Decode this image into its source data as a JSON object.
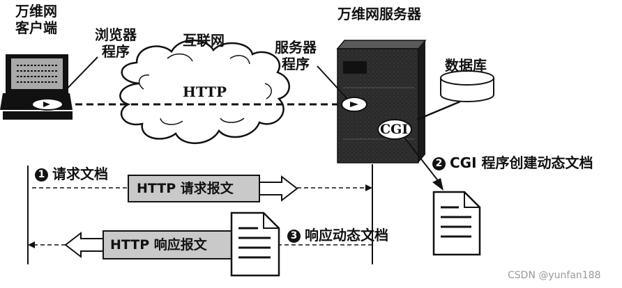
{
  "labels": {
    "client": "万维网\n客户端",
    "browser": "浏览器\n程序",
    "internet": "互联网",
    "http": "HTTP",
    "server_title": "万维网服务器",
    "server_program": "服务器\n程序",
    "database": "数据库",
    "cgi": "CGI"
  },
  "steps": {
    "step1": {
      "num": "1",
      "text": "请求文档"
    },
    "step2": {
      "num": "2",
      "text": "CGI 程序创建动态文档"
    },
    "step3": {
      "num": "3",
      "text": "响应动态文档"
    }
  },
  "messages": {
    "request": "HTTP 请求报文",
    "response": "HTTP 响应报文"
  },
  "watermark": "CSDN @yunfan188",
  "colors": {
    "ink": "#111111",
    "gray_box": "#c9c9c9",
    "server_dark": "#2b2b2b",
    "screen": "#a9a9a9",
    "watermark": "#999999"
  },
  "icons": [
    "computer-icon",
    "cloud-icon",
    "server-icon",
    "database-icon",
    "document-icon"
  ]
}
